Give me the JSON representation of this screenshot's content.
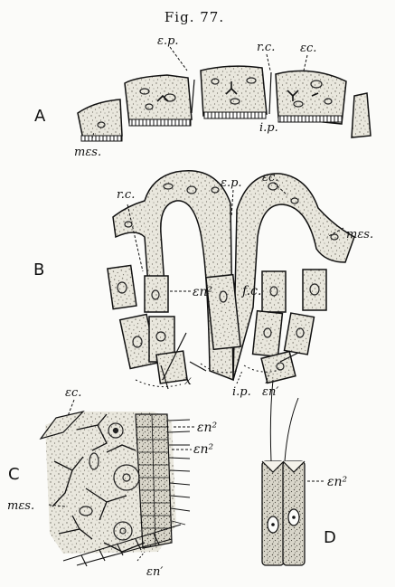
{
  "figure": {
    "title": "Fig. 77.",
    "panels": [
      "A",
      "B",
      "C",
      "D"
    ],
    "labels": {
      "ep": "ε.p.",
      "rc": "r.c.",
      "ec": "εc.",
      "ip": "i.p.",
      "mes": "mεs.",
      "en2": "εn²",
      "fc": "f.c.",
      "x": "x",
      "en1": "εn′"
    }
  }
}
